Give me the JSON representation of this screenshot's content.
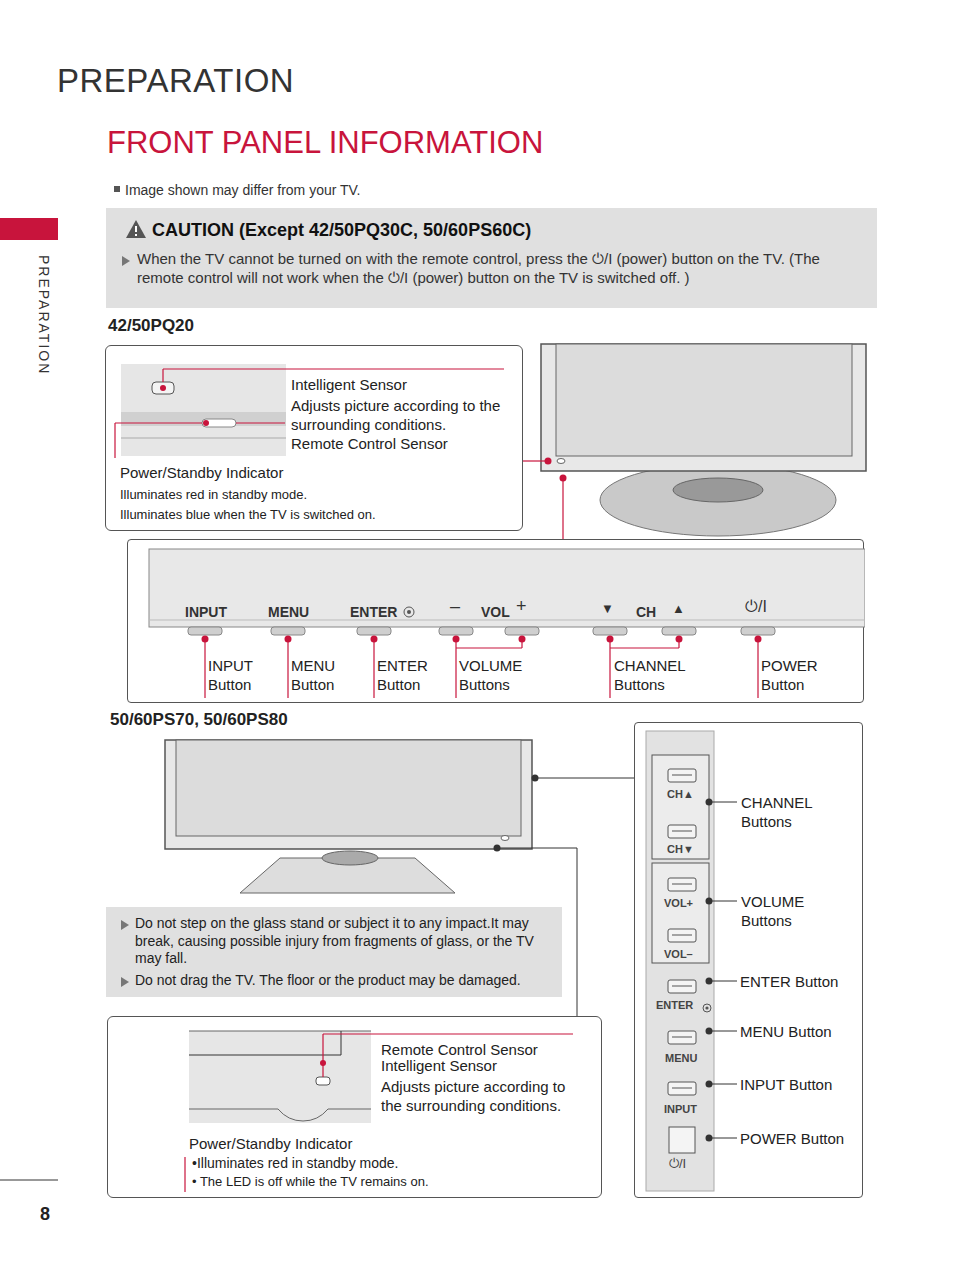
{
  "diagram": {
    "title": "FRONT PANEL INFORMATION",
    "nodes": [
      {
        "text": [
          "CAUTION (Except 42/50PQ30C, 50/60PS60C)",
          "When the TV cannot be turned on with the remote control, press the ⏻/I (power) button on the TV. (The remote control will not work when the ⏻/I (power) button on the TV is switched off. )"
        ]
      },
      {
        "text": [
          "Intelligent Sensor",
          "Adjusts picture according to the surrounding conditions.",
          "Remote Control Sensor",
          "Power/Standby Indicator",
          "Illuminates red in standby mode.",
          "Illuminates blue when the TV is switched on."
        ]
      },
      {
        "text": [
          "INPUT",
          "MENU",
          "ENTER",
          "–",
          "VOL",
          "+",
          "▼",
          "CH",
          "▲",
          "⏻/I",
          "INPUT Button",
          "MENU Button",
          "ENTER Button",
          "VOLUME Buttons",
          "CHANNEL Buttons",
          "POWER Button"
        ]
      },
      {
        "text": [
          "Do not step on the glass stand or subject it to any impact.It may break, causing possible injury from fragments of glass, or the TV may fall.",
          "Do not drag the TV. The floor or the product may be damaged."
        ]
      },
      {
        "text": [
          "Remote Control Sensor",
          "Intelligent Sensor",
          "Adjusts picture according to the surrounding conditions.",
          "Power/Standby Indicator",
          "•Illuminates red in standby mode.",
          "• The LED is off while the TV remains on."
        ]
      },
      {
        "text": [
          "CH▲",
          "CH▼",
          "VOL+",
          "VOL–",
          "ENTER",
          "MENU",
          "INPUT",
          "⏻/I",
          "CHANNEL Buttons",
          "VOLUME Buttons",
          "ENTER Button",
          "MENU Button",
          "INPUT Button",
          "POWER Button"
        ]
      }
    ],
    "labels": [
      "PREPARATION",
      "PREPARATION",
      "Image shown may differ from your TV.",
      "42/50PQ20",
      "50/60PS70, 50/60PS80",
      "8"
    ]
  }
}
